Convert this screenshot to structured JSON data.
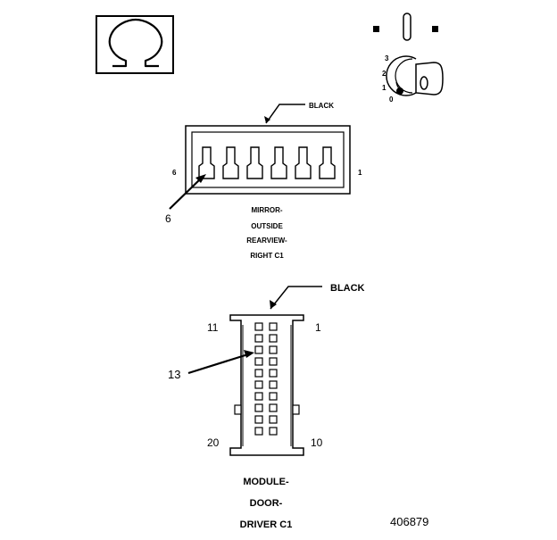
{
  "figure_id": "406879",
  "key_icon": {
    "positions": [
      "3",
      "2",
      "1",
      "0"
    ]
  },
  "mirror_connector": {
    "color_label": "BLACK",
    "pin_low": "1",
    "pin_high": "6",
    "callout_pin": "6",
    "name_lines": [
      "MIRROR-",
      "OUTSIDE",
      "REARVIEW-",
      "RIGHT C1"
    ]
  },
  "module_connector": {
    "color_label": "BLACK",
    "top_left_pin": "11",
    "top_right_pin": "1",
    "bottom_left_pin": "20",
    "bottom_right_pin": "10",
    "callout_pin": "13",
    "name_lines": [
      "MODULE-",
      "DOOR-",
      "DRIVER C1"
    ]
  }
}
